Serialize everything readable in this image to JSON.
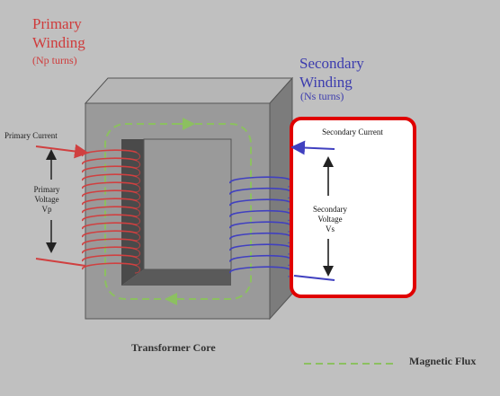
{
  "labels": {
    "primary_title_line1": "Primary",
    "primary_title_line2": "Winding",
    "primary_turns": "(Np turns)",
    "secondary_title_line1": "Secondary",
    "secondary_title_line2": "Winding",
    "secondary_turns": "(Ns turns)",
    "primary_current": "Primary Current",
    "primary_voltage_line1": "Primary",
    "primary_voltage_line2": "Voltage",
    "primary_voltage_line3": "Vp",
    "secondary_current": "Secondary Current",
    "secondary_voltage_line1": "Secondary",
    "secondary_voltage_line2": "Voltage",
    "secondary_voltage_line3": "Vs",
    "core_caption": "Transformer Core",
    "flux_caption": "Magnetic Flux"
  },
  "colors": {
    "background": "#c0c0c0",
    "core_face": "#9a9a9a",
    "core_top": "#b6b6b6",
    "core_side": "#7c7c7c",
    "window": "#4a4a4a",
    "primary_winding": "#d04040",
    "secondary_winding": "#4040c0",
    "flux_path": "#8cc060",
    "highlight_border": "#e00000"
  }
}
